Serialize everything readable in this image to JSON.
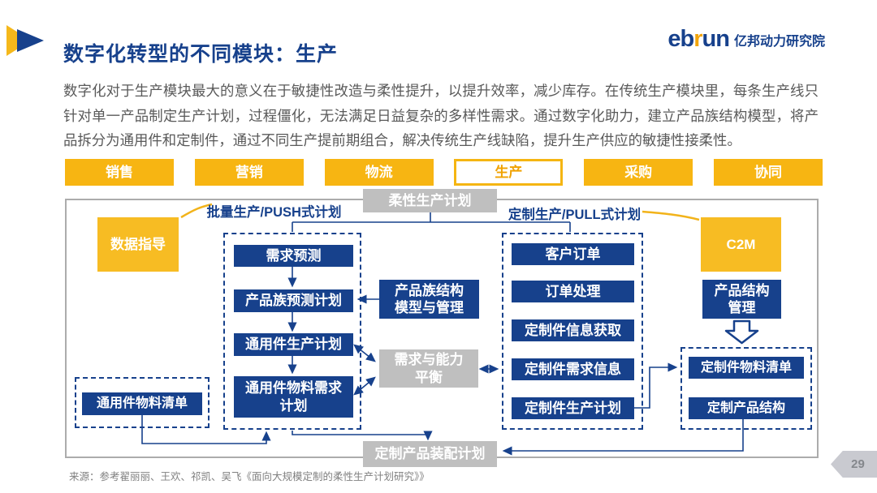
{
  "header": {
    "title": "数字化转型的不同模块：生产",
    "logo": {
      "eb": "eb",
      "r": "r",
      "un": "un",
      "cn": "亿邦动力研究院"
    }
  },
  "intro": "数字化对于生产模块最大的意义在于敏捷性改造与柔性提升，以提升效率，减少库存。在传统生产模块里，每条生产线只针对单一产品制定生产计划，过程僵化，无法满足日益复杂的多样性需求。通过数字化助力，建立产品族结构模型，将产品拆分为通用件和定制件，通过不同生产提前期组合，解决传统生产线缺陷，提升生产供应的敏捷性接柔性。",
  "tabs": [
    {
      "label": "销售",
      "active": false
    },
    {
      "label": "营销",
      "active": false
    },
    {
      "label": "物流",
      "active": false
    },
    {
      "label": "生产",
      "active": true
    },
    {
      "label": "采购",
      "active": false
    },
    {
      "label": "协同",
      "active": false
    }
  ],
  "diagram": {
    "flexible_plan": "柔性生产计划",
    "push_label": "批量生产/PUSH式计划",
    "pull_label": "定制生产/PULL式计划",
    "data_guide": "数据指导",
    "c2m": "C2M",
    "push_column": [
      "需求预测",
      "产品族预测计划",
      "通用件生产计划",
      "通用件物料需求\n计划"
    ],
    "family_structure": "产品族结构\n模型与管理",
    "balance": "需求与能力\n平衡",
    "pull_column": [
      "客户订单",
      "订单处理",
      "定制件信息获取",
      "定制件需求信息",
      "定制件生产计划"
    ],
    "product_structure": "产品结构\n管理",
    "custom_bom": "定制件物料清单",
    "custom_product_structure": "定制产品结构",
    "common_bom": "通用件物料清单",
    "assembly_plan": "定制产品装配计划"
  },
  "footer": {
    "source": "来源：参考翟丽丽、王欢、祁凯、吴飞《面向大规模定制的柔性生产计划研究》》",
    "page": "29"
  },
  "colors": {
    "primary_blue": "#17418C",
    "accent_yellow": "#F7B512",
    "box_gray": "#BFBFBF"
  }
}
